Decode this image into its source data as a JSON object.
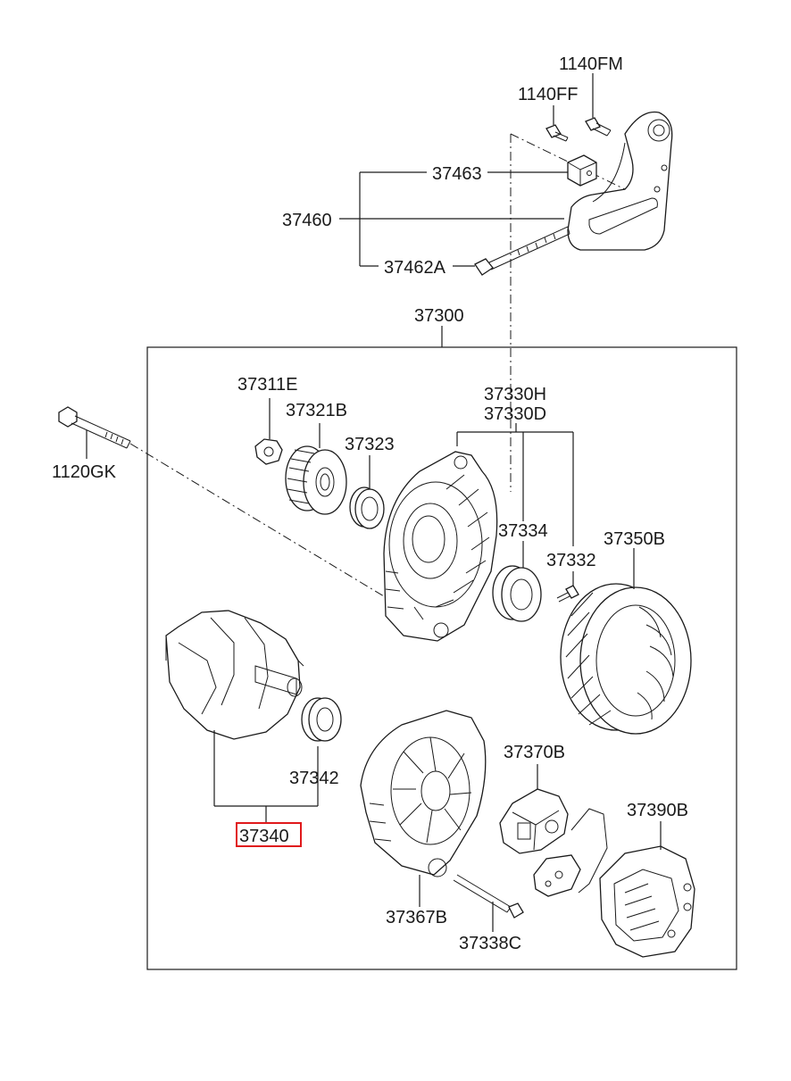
{
  "labels": {
    "p1140FM": "1140FM",
    "p1140FF": "1140FF",
    "p37463": "37463",
    "p37460": "37460",
    "p37462A": "37462A",
    "p37300": "37300",
    "p37311E": "37311E",
    "p37321B": "37321B",
    "p37323": "37323",
    "p37330H": "37330H",
    "p37330D": "37330D",
    "p1120GK": "1120GK",
    "p37334": "37334",
    "p37332": "37332",
    "p37350B": "37350B",
    "p37342": "37342",
    "p37340": "37340",
    "p37370B": "37370B",
    "p37390B": "37390B",
    "p37367B": "37367B",
    "p37338C": "37338C"
  },
  "colors": {
    "line": "#1a1a1a",
    "highlight": "#e0191b",
    "background": "#ffffff"
  }
}
